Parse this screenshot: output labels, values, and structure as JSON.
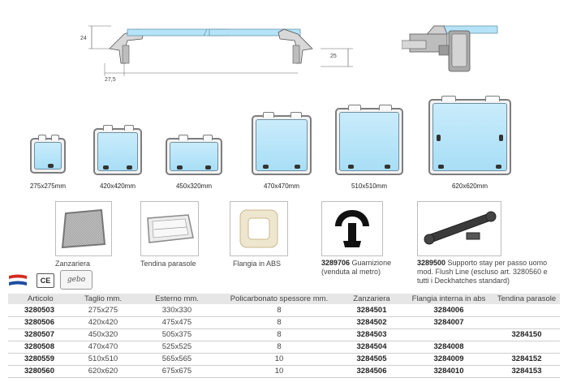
{
  "drawing": {
    "dim_height": "24",
    "dim_depth": "25",
    "dim_flange": "27,5"
  },
  "hatches": [
    {
      "size": "275x275mm"
    },
    {
      "size": "420x420mm"
    },
    {
      "size": "450x320mm"
    },
    {
      "size": "470x470mm"
    },
    {
      "size": "510x510mm"
    },
    {
      "size": "620x620mm"
    }
  ],
  "accessories": {
    "zanzariera": "Zanzariera",
    "tendina": "Tendina parasole",
    "flangia": "Flangia in ABS",
    "guarnizione_code": "3289706",
    "guarnizione_text": " Guarnizione",
    "guarnizione_note": "(venduta al metro)",
    "supporto_code": "3289500",
    "supporto_text": " Supporto stay per passo uomo",
    "supporto_line2": "mod. Flush Line (escluso art. 3280560 e",
    "supporto_line3": "tutti i  Deckhatches standard)"
  },
  "badges": {
    "ce": "CE",
    "gebo": "gebo"
  },
  "colors": {
    "glass": "#b5e3f8",
    "frame": "#7d7d7d",
    "header_bg": "#e6e6e6"
  },
  "table": {
    "headers": [
      "Articolo",
      "Taglio mm.",
      "Esterno mm.",
      "Policarbonato spessore mm.",
      "Zanzariera",
      "Flangia interna in abs",
      "Tendina parasole"
    ],
    "rows": [
      [
        "3280503",
        "275x275",
        "330x330",
        "8",
        "3284501",
        "3284006",
        ""
      ],
      [
        "3280506",
        "420x420",
        "475x475",
        "8",
        "3284502",
        "3284007",
        ""
      ],
      [
        "3280507",
        "450x320",
        "505x375",
        "8",
        "3284503",
        "",
        "3284150"
      ],
      [
        "3280508",
        "470x470",
        "525x525",
        "8",
        "3284504",
        "3284008",
        ""
      ],
      [
        "3280559",
        "510x510",
        "565x565",
        "10",
        "3284505",
        "3284009",
        "3284152"
      ],
      [
        "3280560",
        "620x620",
        "675x675",
        "10",
        "3284506",
        "3284010",
        "3284153"
      ]
    ]
  }
}
